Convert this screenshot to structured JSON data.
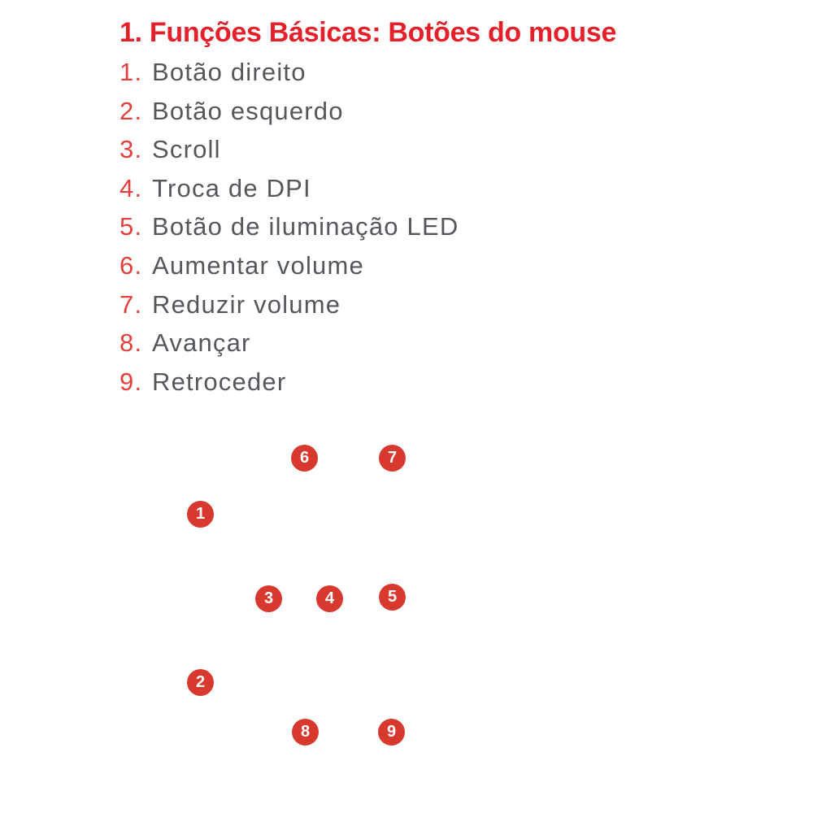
{
  "document": {
    "background": "#ffffff"
  },
  "heading": {
    "text": "1. Funções Básicas: Botões do mouse",
    "color": "#e4212a"
  },
  "legend": {
    "items": [
      {
        "num": "1.",
        "label": "Botão direito"
      },
      {
        "num": "2.",
        "label": "Botão esquerdo"
      },
      {
        "num": "3.",
        "label": "Scroll"
      },
      {
        "num": "4.",
        "label": "Troca de DPI"
      },
      {
        "num": "5.",
        "label": "Botão de iluminação LED"
      },
      {
        "num": "6.",
        "label": "Aumentar volume"
      },
      {
        "num": "7.",
        "label": "Reduzir volume"
      },
      {
        "num": "8.",
        "label": "Avançar"
      },
      {
        "num": "9.",
        "label": "Retroceder"
      }
    ]
  },
  "diagram": {
    "badge_color": "#d8392f",
    "line_color": "#333333",
    "badges": [
      {
        "label": "1"
      },
      {
        "label": "2"
      },
      {
        "label": "3"
      },
      {
        "label": "4"
      },
      {
        "label": "5"
      },
      {
        "label": "6"
      },
      {
        "label": "7"
      },
      {
        "label": "8"
      },
      {
        "label": "9"
      }
    ]
  }
}
